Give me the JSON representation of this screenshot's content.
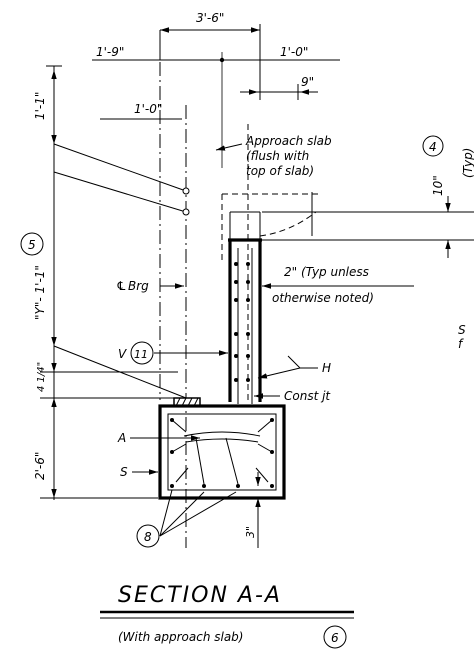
{
  "dimensions": {
    "overall_width": "3'-6\"",
    "left_width": "1'-9\"",
    "right_width": "1'-0\"",
    "top_offset": "9\"",
    "brg_offset": "1'-0\"",
    "vert_upper": "1'-1\"",
    "vert_middle": "\"Y\"- 1'-1\"",
    "vert_small": "4 1/4\"",
    "vert_footing": "2'-6\"",
    "right_10": "10\"",
    "bottom_3": "3\""
  },
  "notes": {
    "approach_slab_1": "Approach slab",
    "approach_slab_2": "(flush with",
    "approach_slab_3": "top of slab)",
    "typ_unless_1": "2\" (Typ unless",
    "typ_unless_2": "otherwise noted)",
    "brg": "Brg",
    "brg_symbol": "℄",
    "const_jt": "Const jt",
    "typ": "(Typ)",
    "cut_s": "S",
    "cut_f": "f"
  },
  "labels": {
    "h": "H",
    "a": "A",
    "s": "S",
    "v": "V"
  },
  "callouts": {
    "c4": "4",
    "c5": "5",
    "c6": "6",
    "c8": "8",
    "c11": "11"
  },
  "title": {
    "main": "SECTION A-A",
    "sub": "(With approach slab)"
  }
}
